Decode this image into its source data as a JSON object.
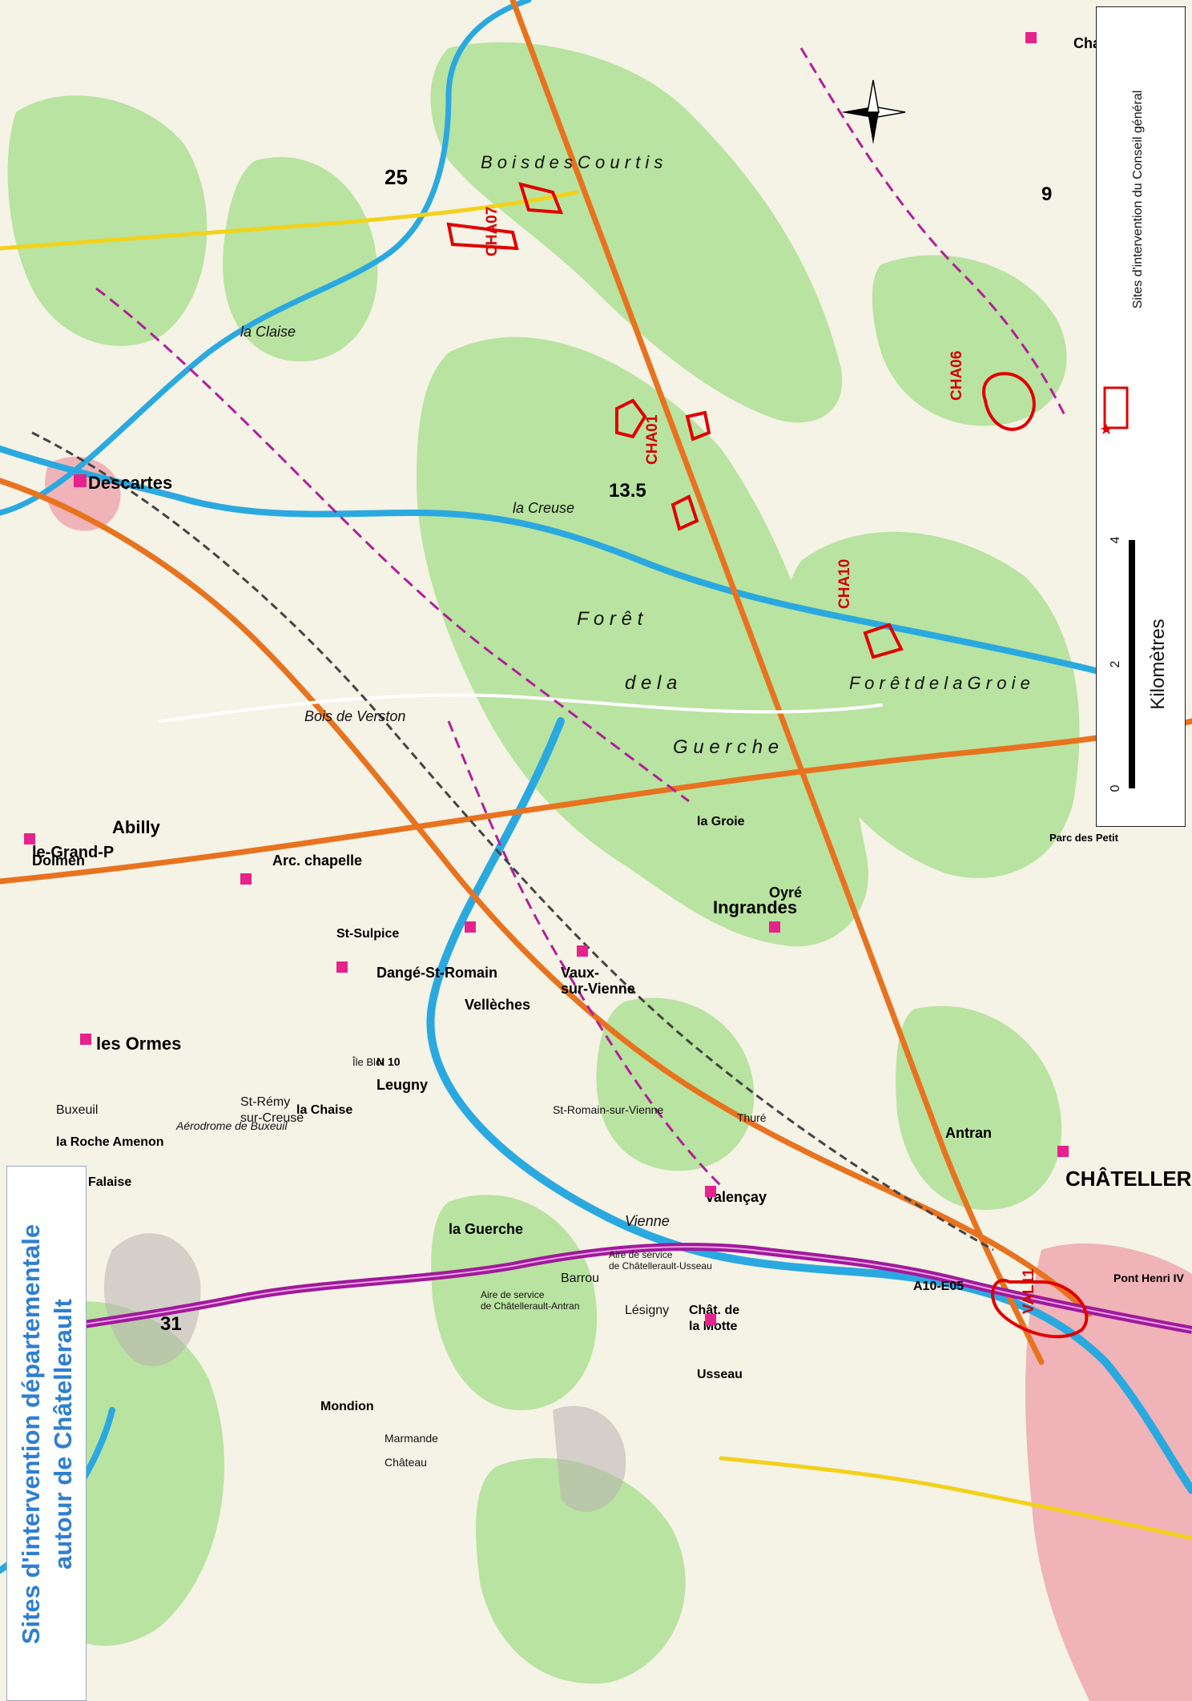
{
  "title": {
    "line1": "Sites d'intervention départementale",
    "line2": "autour de Châtellerault"
  },
  "legend": {
    "site_label": "Sites d'intervention du Conseil général"
  },
  "scale": {
    "unit": "Kilomètres",
    "ticks": [
      "0",
      "2",
      "4"
    ]
  },
  "sites": {
    "cha01": "CHA01",
    "cha06": "CHA06",
    "cha07": "CHA07",
    "cha10": "CHA10",
    "val11": "VAL11"
  },
  "road_numbers": {
    "r31": "31",
    "r25": "25",
    "r135": "13.5",
    "r9": "9",
    "a10": "A10-E05",
    "n10": "N 10"
  },
  "places": {
    "descartes": "Descartes",
    "le_grand_pressigny": "le-Grand-P",
    "abilly": "Abilly",
    "les_ormes": "les Ormes",
    "buxeuil": "Buxeuil",
    "la_roche_amenon": "la Roche Amenon",
    "falaise": "Falaise",
    "st_remy": "St-Rémy",
    "st_remy2": "sur-Creuse",
    "la_chaise": "la Chaise",
    "leugny": "Leugny",
    "la_guerche": "la Guerche",
    "barrou": "Barrou",
    "lesigny": "Lésigny",
    "chambon": "Chambo",
    "dolmen": "Dolmen",
    "dange": "Dangé-St-Romain",
    "st_sulpice": "St-Sulpice",
    "arc_chapelle": "Arc. chapelle",
    "ingrandes": "Ingrandes",
    "oyre": "Oyré",
    "la_groie": "la Groie",
    "chatellerault": "CHÂTELLERAULT",
    "vaux": "Vaux-",
    "vaux2": "sur-Vienne",
    "vellèches": "Vellèches",
    "valencay": "Valençay",
    "antran": "Antran",
    "chat_motte": "Chât. de",
    "chat_motte2": "la Motte",
    "usseau": "Usseau",
    "mondion": "Mondion",
    "marmande": "Marmande",
    "chateau": "Château",
    "st_romain": "St-Romain-sur-Vienne",
    "thuré": "Thuré",
    "foret1": "F o r ê t",
    "foret2": "d e   l a",
    "foret3": "G u e r c h e",
    "foret4": "F o r ê t   d e   l a   G r o i e",
    "bois_courtis": "B o i s   d e s   C o u r t i s",
    "bois_verston": "Bois de Verston",
    "creuse": "la Creuse",
    "claise": "la Claise",
    "vienne": "Vienne",
    "aire1": "Aire de service",
    "aire2": "de Châtellerault-Antran",
    "aire3": "Aire de service",
    "aire4": "de Châtellerault-Usseau",
    "aerodrome": "Aérodrome de Buxeuil",
    "parc": "Parc des Petit",
    "pont_henri": "Pont Henri IV",
    "ile_blot": "Île Blot"
  },
  "colors": {
    "forest": "#b9e3a0",
    "site_outline": "#e00000",
    "road_main": "#e8731f",
    "road_yellow": "#f2d21a",
    "autoroute": "#a0199c",
    "river": "#2aa9e0",
    "trail": "#b0209a",
    "urban": "#f0b3b8"
  }
}
